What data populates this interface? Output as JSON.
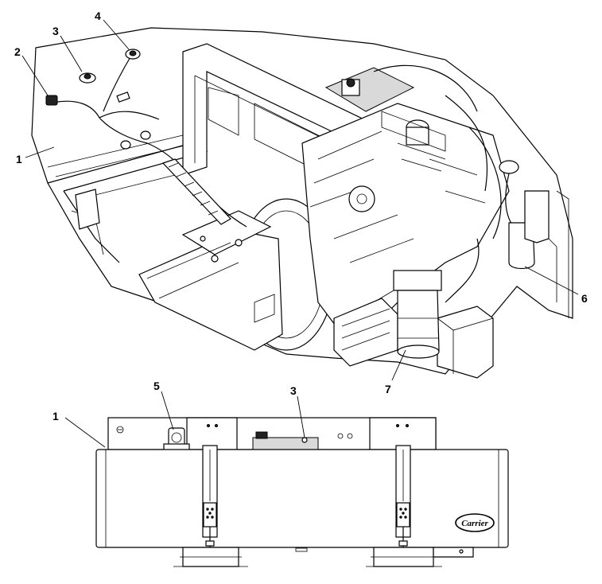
{
  "callouts": {
    "top": [
      {
        "label": "1"
      },
      {
        "label": "2"
      },
      {
        "label": "3"
      },
      {
        "label": "4"
      },
      {
        "label": "6"
      },
      {
        "label": "7"
      }
    ],
    "bottom": [
      {
        "label": "1"
      },
      {
        "label": "5"
      },
      {
        "label": "3"
      }
    ]
  },
  "logo_text": "Carrier"
}
